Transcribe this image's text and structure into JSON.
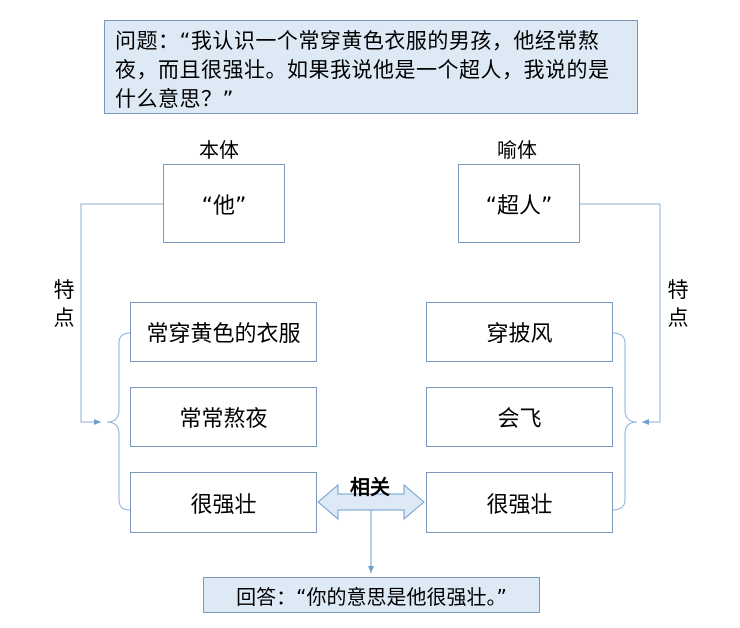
{
  "question": "问题：“我认识一个常穿黄色衣服的男孩，他经常熬夜，而且很强壮。如果我说他是一个超人，我说的是什么意思？”",
  "left": {
    "heading": "本体",
    "subject": "“他”",
    "side_label": "特点",
    "features": [
      "常穿黄色的衣服",
      "常常熬夜",
      "很强壮"
    ]
  },
  "right": {
    "heading": "喻体",
    "subject": "“超人”",
    "side_label": "特点",
    "features": [
      "穿披风",
      "会飞",
      "很强壮"
    ]
  },
  "relation": "相关",
  "answer": "回答：“你的意思是他很强壮。”",
  "colors": {
    "border": "#7b97bd",
    "fill": "#dde9f5",
    "line": "#6f9fce"
  }
}
